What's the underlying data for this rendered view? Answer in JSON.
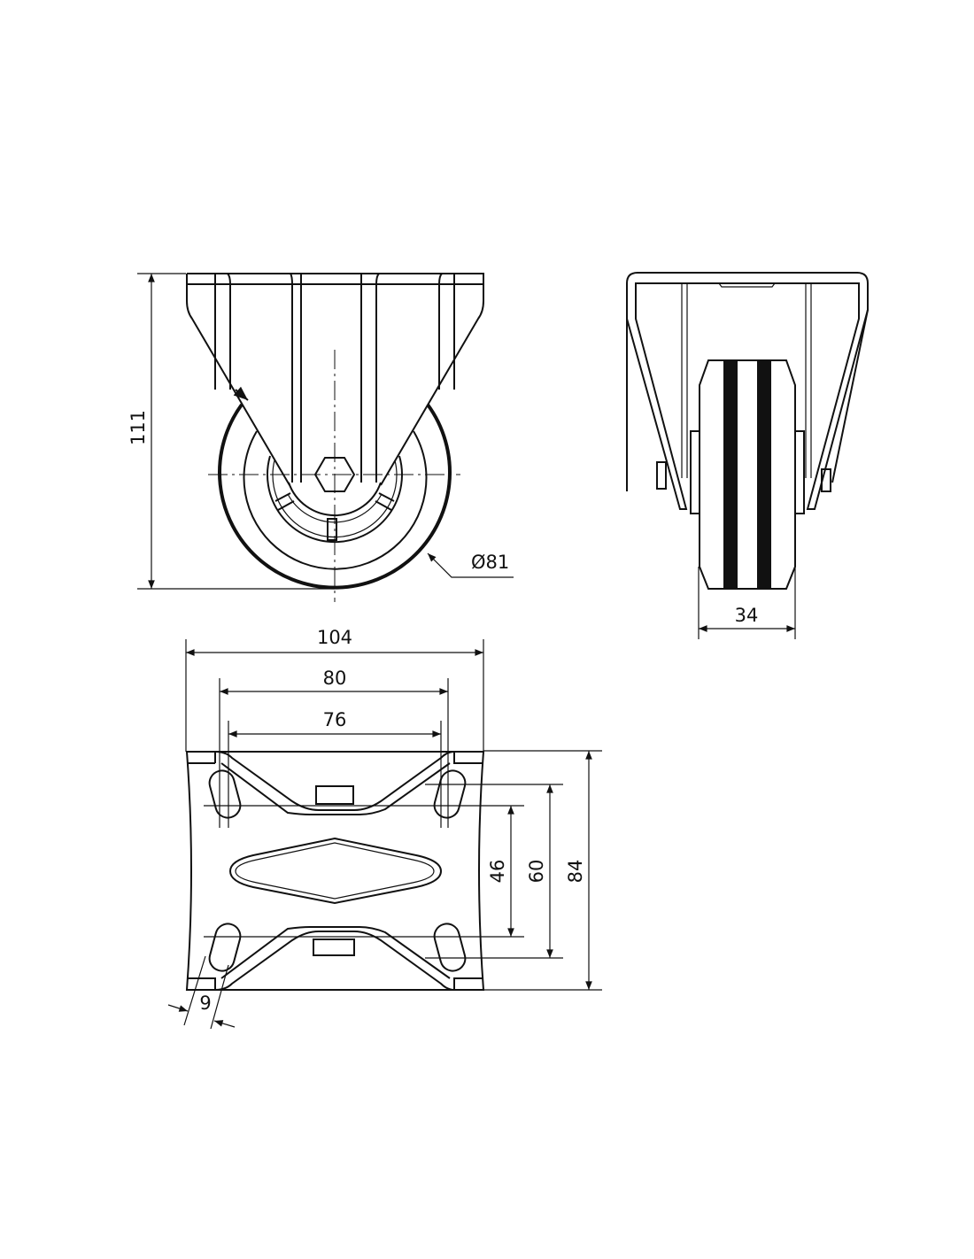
{
  "drawing": {
    "views": [
      "front-view",
      "side-view",
      "mounting-plate-view"
    ],
    "dimensions": {
      "overall_height": "111",
      "wheel_diameter": "Ø81",
      "wheel_width": "34",
      "plate_length": "104",
      "hole_spacing_outer_length": "80",
      "hole_spacing_inner_length": "76",
      "hole_spacing_inner_width": "46",
      "hole_spacing_outer_width": "60",
      "plate_width": "84",
      "slot_width": "9"
    },
    "line_color": "#111111",
    "background_color": "#ffffff"
  }
}
